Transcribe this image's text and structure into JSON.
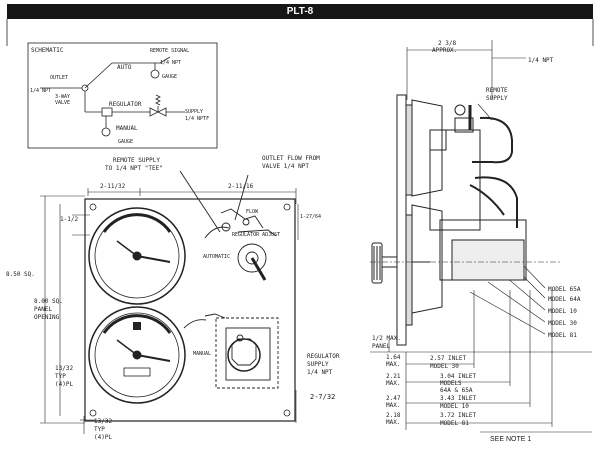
{
  "header": {
    "title": "PLT-8"
  },
  "schematic": {
    "title": "SCHEMATIC",
    "remote_signal": "REMOTE SIGNAL",
    "remote_npt": "1/4 NPT",
    "auto": "AUTO",
    "gauge_top": "GAUGE",
    "outlet": "OUTLET",
    "outlet_npt": "1/4 NPT",
    "valve_line1": "3-WAY",
    "valve_line2": "VALVE",
    "regulator": "REGULATOR",
    "supply": "SUPPLY",
    "supply_npt": "1/4 NPTF",
    "manual": "MANUAL",
    "gauge_bottom": "GAUGE"
  },
  "front_view": {
    "remote_supply_line1": "REMOTE SUPPLY",
    "remote_supply_line2": "TO 1/4 NPT \"TEE\"",
    "outlet_flow_line1": "OUTLET FLOW FROM",
    "outlet_flow_line2": "VALVE 1/4 NPT",
    "dim_top_left": "2-11/32",
    "dim_top_right": "2-11/16",
    "dim_1_2": "1-1/2",
    "dim_right_top": "1-27/64",
    "dim_overall_line1": "8.50",
    "dim_overall_line2": "SQ.",
    "panel_opening": [
      "8.00 SQ.",
      "PANEL",
      "OPENING"
    ],
    "dim_13_32_left": [
      "13/32",
      "TYP",
      "(4)PL"
    ],
    "dim_13_32_bottom": [
      "13/32",
      "TYP",
      "(4)PL"
    ],
    "label_automatic": "AUTOMATIC",
    "label_manual": "MANUAL",
    "label_flow": "FLOW",
    "label_regulator_adjust": "REGULATOR ADJUST",
    "regulator_supply": [
      "REGULATOR",
      "SUPPLY",
      "1/4 NPT"
    ],
    "dim_2_7_32": "2-7/32"
  },
  "side_view": {
    "dim_top": "2 3/8",
    "dim_top_note": "APPROX.",
    "npt": "1/4 NPT",
    "remote_supply": [
      "REMOTE",
      "SUPPLY"
    ],
    "models": [
      "MODEL 65A",
      "MODEL 64A",
      "MODEL 10",
      "MODEL 30",
      "MODEL 81"
    ],
    "panel_note": [
      "1/2 MAX.",
      "PANEL"
    ],
    "dim_rows": [
      {
        "max": "1.64",
        "max_label": "MAX.",
        "inlet": "2.57 INLET",
        "model": "MODEL 30"
      },
      {
        "max": "2.21",
        "max_label": "MAX.",
        "inlet": "3.04 INLET",
        "model": "MODELS",
        "model2": "64A & 65A"
      },
      {
        "max": "2.47",
        "max_label": "MAX.",
        "inlet": "3.43 INLET",
        "model": "MODEL 10"
      },
      {
        "max": "2.18",
        "max_label": "MAX.",
        "inlet": "3.72 INLET",
        "model": "MODEL 81"
      }
    ],
    "see_note": "SEE NOTE 1"
  }
}
